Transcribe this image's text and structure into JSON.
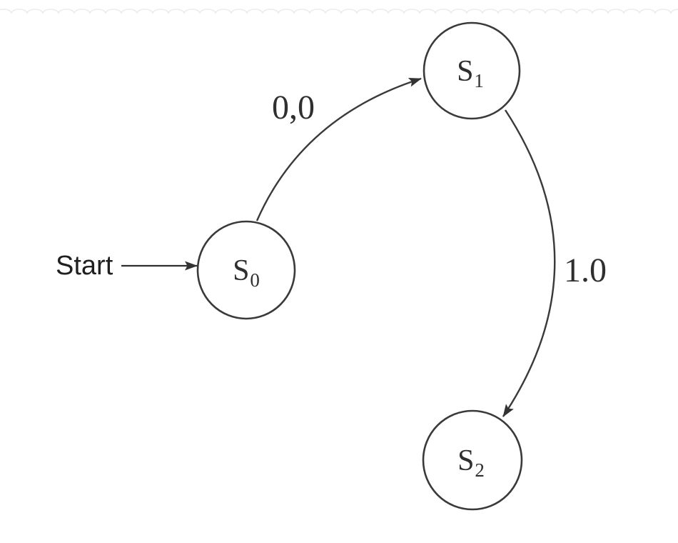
{
  "diagram": {
    "type": "finite-state-machine",
    "start_label": "Start",
    "nodes": [
      {
        "id": "S0",
        "label": "S₀",
        "label_base": "S",
        "label_sub": "0"
      },
      {
        "id": "S1",
        "label": "S₁",
        "label_base": "S",
        "label_sub": "1"
      },
      {
        "id": "S2",
        "label": "S₂",
        "label_base": "S",
        "label_sub": "2"
      }
    ],
    "edges": [
      {
        "from": "S0",
        "to": "S1",
        "label": "0,0"
      },
      {
        "from": "S1",
        "to": "S2",
        "label": "1.0"
      }
    ]
  },
  "colors": {
    "stroke": "#3a3a3a",
    "text": "#2f2f2f",
    "background": "#ffffff",
    "artifact": "#ececec"
  }
}
